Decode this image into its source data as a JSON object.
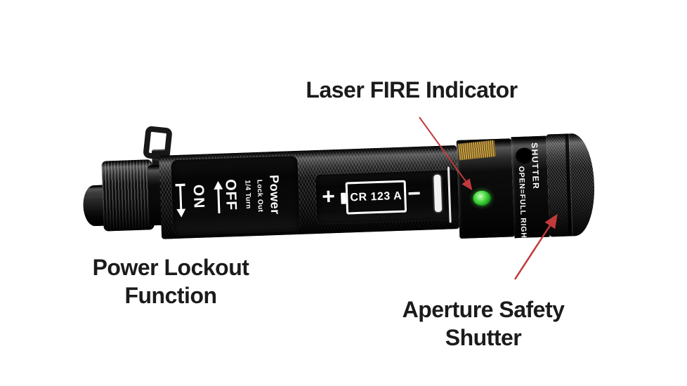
{
  "annotations": {
    "fire_indicator": {
      "label": "Laser FIRE Indicator"
    },
    "power_lockout": {
      "line1": "Power Lockout",
      "line2": "Function"
    },
    "aperture_shutter": {
      "line1": "Aperture Safety",
      "line2": "Shutter"
    }
  },
  "device": {
    "lockout_panel": {
      "power": "Power",
      "lock_out": "Lock Out",
      "quarter_turn": "1/4 Turn",
      "off": "OFF",
      "on": "ON"
    },
    "battery_panel": {
      "plus": "+",
      "cell": "CR 123 A",
      "minus": "−"
    },
    "head": {
      "shutter": "SHUTTER",
      "open": "OPEN=FULL RIGHT →"
    }
  },
  "colors": {
    "arrow_red": "#c2393c",
    "led_green": "#3ed43a",
    "label_gold": "#c79f45",
    "callout_text": "#1b1b1b"
  }
}
